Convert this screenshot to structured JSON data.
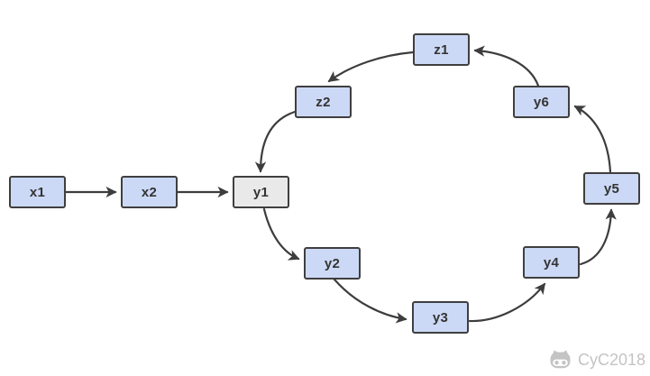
{
  "diagram": {
    "type": "linked-list-with-cycle",
    "nodes": {
      "x1": {
        "label": "x1"
      },
      "x2": {
        "label": "x2"
      },
      "y1": {
        "label": "y1",
        "highlighted": true
      },
      "y2": {
        "label": "y2"
      },
      "y3": {
        "label": "y3"
      },
      "y4": {
        "label": "y4"
      },
      "y5": {
        "label": "y5"
      },
      "y6": {
        "label": "y6"
      },
      "z1": {
        "label": "z1"
      },
      "z2": {
        "label": "z2"
      }
    },
    "edges": [
      {
        "from": "x1",
        "to": "x2"
      },
      {
        "from": "x2",
        "to": "y1"
      },
      {
        "from": "y1",
        "to": "y2"
      },
      {
        "from": "y2",
        "to": "y3"
      },
      {
        "from": "y3",
        "to": "y4"
      },
      {
        "from": "y4",
        "to": "y5"
      },
      {
        "from": "y5",
        "to": "y6"
      },
      {
        "from": "y6",
        "to": "z1"
      },
      {
        "from": "z1",
        "to": "z2"
      },
      {
        "from": "z2",
        "to": "y1"
      }
    ]
  },
  "watermark": {
    "text": "CyC2018",
    "icon": "octocat-icon"
  },
  "colors": {
    "node_fill": "#ccd9f6",
    "highlight_fill": "#e9e9e9",
    "border": "#3f3f3f",
    "arrow": "#3d3d3d",
    "text": "#333333",
    "watermark": "#c4c4c4",
    "background": "#ffffff"
  }
}
